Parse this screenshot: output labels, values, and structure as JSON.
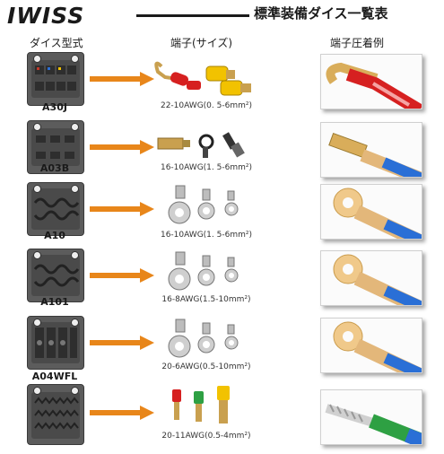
{
  "header": {
    "logo": "IWISS",
    "title": "標準装備ダイス一覧表"
  },
  "columns": {
    "die": "ダイス型式",
    "terminal": "端子(サイズ)",
    "crimped": "端子圧着例"
  },
  "rows": [
    {
      "model": "A30J",
      "spec": "22-10AWG(0. 5-6mm²)"
    },
    {
      "model": "A03B",
      "spec": "16-10AWG(1. 5-6mm²)"
    },
    {
      "model": "A10",
      "spec": "16-10AWG(1. 5-6mm²)"
    },
    {
      "model": "A101",
      "spec": "16-8AWG(1.5-10mm²)"
    },
    {
      "model": "A04WFL",
      "spec": "20-6AWG(0.5-10mm²)"
    },
    {
      "model": "",
      "spec": "20-11AWG(0.5-4mm²)"
    }
  ],
  "colors": {
    "arrow": "#e8861a",
    "die_body": "#5c5c5c",
    "red_insulation": "#d62020",
    "yellow_insulation": "#f2c200",
    "blue_insulation": "#2a6fd6",
    "green_insulation": "#2ea043",
    "copper": "#e0b96a"
  }
}
